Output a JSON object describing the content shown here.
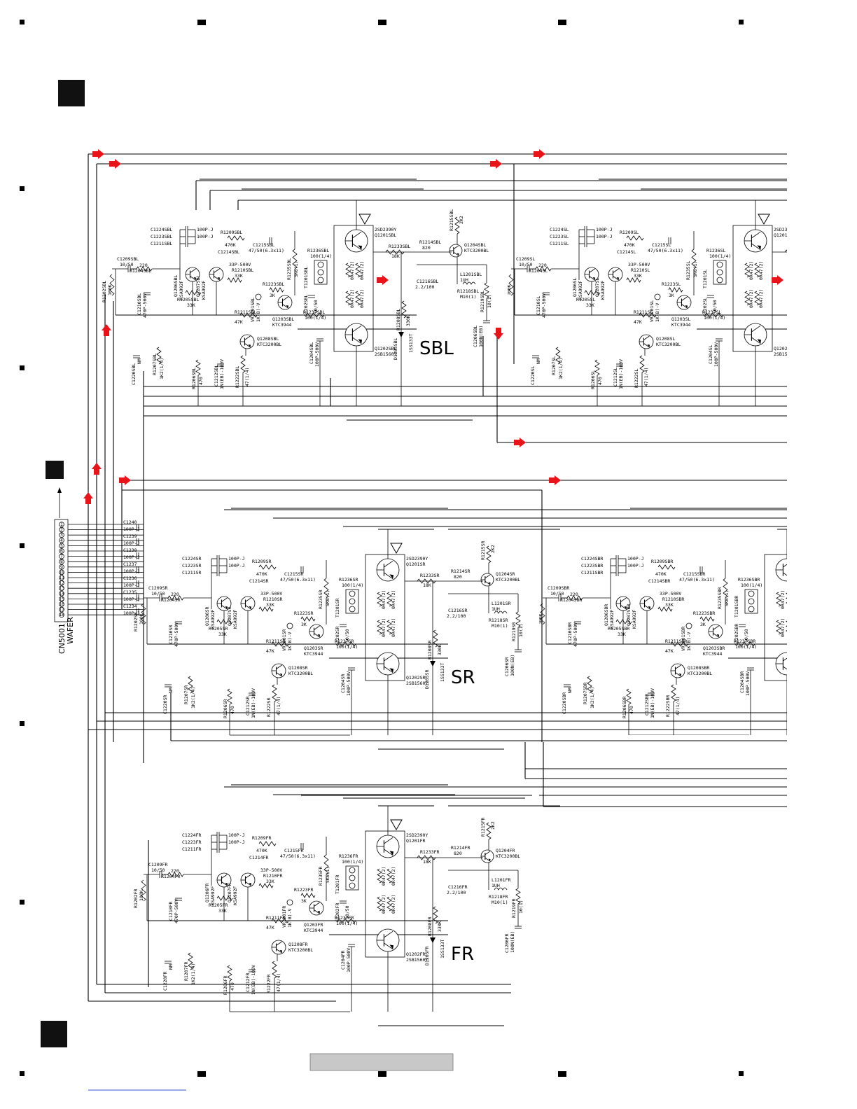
{
  "sections": [
    {
      "id": "SBL",
      "label": "SBL"
    },
    {
      "id": "SL",
      "label": ""
    },
    {
      "id": "SR",
      "label": "SR"
    },
    {
      "id": "SBR",
      "label": ""
    },
    {
      "id": "FR",
      "label": "FR"
    }
  ],
  "connector": {
    "name": "CN5001",
    "subtitle": "WAFER",
    "pins": [
      "1",
      "2",
      "3",
      "4",
      "5",
      "6",
      "7",
      "8",
      "9",
      "10",
      "11",
      "12",
      "13",
      "14",
      "15",
      "16",
      "17",
      "18"
    ],
    "caps": [
      {
        "ref": "C1240",
        "value": "100P-J"
      },
      {
        "ref": "C1239",
        "value": "100P-J"
      },
      {
        "ref": "C1238",
        "value": "100P-J"
      },
      {
        "ref": "C1237",
        "value": "100P-J"
      },
      {
        "ref": "C1236",
        "value": "100P-J"
      },
      {
        "ref": "C1235",
        "value": "100P-J"
      },
      {
        "ref": "C1234",
        "value": "100P-J"
      }
    ]
  },
  "channel_parts": {
    "caps_top": [
      {
        "ref": "C1224",
        "value": "100P-J"
      },
      {
        "ref": "C1223",
        "value": "100P-J"
      },
      {
        "ref": "C1211",
        "value": ""
      }
    ],
    "c1209": {
      "ref": "C1209",
      "value": "10/50"
    },
    "r1204": {
      "ref": "R1204",
      "value": "220"
    },
    "r1202": {
      "ref": "R1202",
      "value": "100K"
    },
    "c1210": {
      "ref": "C1210",
      "value": "470P-500V"
    },
    "q1206": {
      "ref": "Q1206",
      "value": "KSA992F"
    },
    "q1207": {
      "ref": "Q1207",
      "value": "KSA992F"
    },
    "r1205": {
      "ref": "R1205",
      "value": "33K"
    },
    "r1209": {
      "ref": "R1209",
      "value": "470K"
    },
    "c1214": {
      "ref": "C1214",
      "value": "33P-500V"
    },
    "r1210": {
      "ref": "R1210",
      "value": "33K"
    },
    "c1215": {
      "ref": "C1215",
      "value": "47/50(6.3x11)"
    },
    "r1235": {
      "ref": "R1235",
      "value": "5K6(1)"
    },
    "r1223": {
      "ref": "R1223",
      "value": "3K"
    },
    "vr1201": {
      "ref": "VR1201",
      "value": "1K(B)-V"
    },
    "r1211": {
      "ref": "R1211",
      "value": "47K"
    },
    "q1203": {
      "ref": "Q1203",
      "value": "KTC3944"
    },
    "c1202": {
      "ref": "C1202",
      "value": "10/50"
    },
    "r1236": {
      "ref": "R1236",
      "value": "100(1/4)"
    },
    "t1201": {
      "ref": "T1201",
      "value": ""
    },
    "q1201": {
      "ref": "Q1201",
      "value": "2SD2390Y"
    },
    "q1202": {
      "ref": "Q1202",
      "value": "2SB1560Y"
    },
    "r1237": {
      "ref": "R1237",
      "value": "100(1/4)"
    },
    "r1233": {
      "ref": "R1233",
      "value": "18K"
    },
    "r1214": {
      "ref": "R1214",
      "value": "820"
    },
    "q1204": {
      "ref": "Q1204",
      "value": "KTC3200BL"
    },
    "r1215": {
      "ref": "R1215",
      "value": "2K2"
    },
    "l1201": {
      "ref": "L1201",
      "value": "1UH"
    },
    "r1218": {
      "ref": "R1218",
      "value": "M10(1)"
    },
    "c1216": {
      "ref": "C1216",
      "value": "2.2/100"
    },
    "r1219": {
      "ref": "R1219",
      "value": "10(1)"
    },
    "c1206": {
      "ref": "C1206",
      "value": "100N(EB)"
    },
    "r1208": {
      "ref": "R1208",
      "value": "330K"
    },
    "d1205": {
      "ref": "D1205",
      "value": "1SS133T"
    },
    "q1208": {
      "ref": "Q1208",
      "value": "KTC3200BL"
    },
    "r1222": {
      "ref": "R1222",
      "value": "47(1/4)"
    },
    "c1212": {
      "ref": "C1212",
      "value": "1N(EB)-100V"
    },
    "r1206": {
      "ref": "R1206",
      "value": "470"
    },
    "r1207": {
      "ref": "R1207",
      "value": "1K2(1/4)"
    },
    "c1204": {
      "ref": "C1204",
      "value": "100P-500V"
    },
    "emitter_r": {
      "value": "0R47(2)"
    },
    "c1220": {
      "ref": "C1220",
      "value": "NM"
    }
  },
  "colors": {
    "line": "#000000",
    "arrow": "#e8141a",
    "footer": "#c8c8c8"
  }
}
